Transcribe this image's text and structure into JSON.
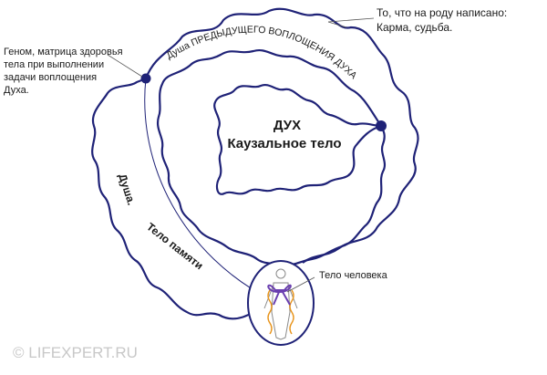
{
  "title": "ДУХ",
  "subtitle": "Каузальное тело",
  "genome_lines": [
    "Геном, матрица здоровья",
    "тела при выполнении",
    "задачи воплощения",
    "Духа."
  ],
  "karma_lines": [
    "То, что на роду написано:",
    "Карма, судьба."
  ],
  "soul_arc_text": "Душа ПРЕДЫДУЩЕГО ВОПЛОЩЕНИЯ ДУХА",
  "soul_label": "Душа.",
  "memory_body_label": "Тело памяти",
  "human_body_label": "Тело человека",
  "watermark": "© LIFEXPERT.RU",
  "colors": {
    "outline": "#1f2277",
    "node": "#1f2277",
    "text": "#1a1a1a",
    "watermark": "#c8c8c8",
    "figure_accent": "#e8941a",
    "figure_bow": "#6a3fb0"
  }
}
